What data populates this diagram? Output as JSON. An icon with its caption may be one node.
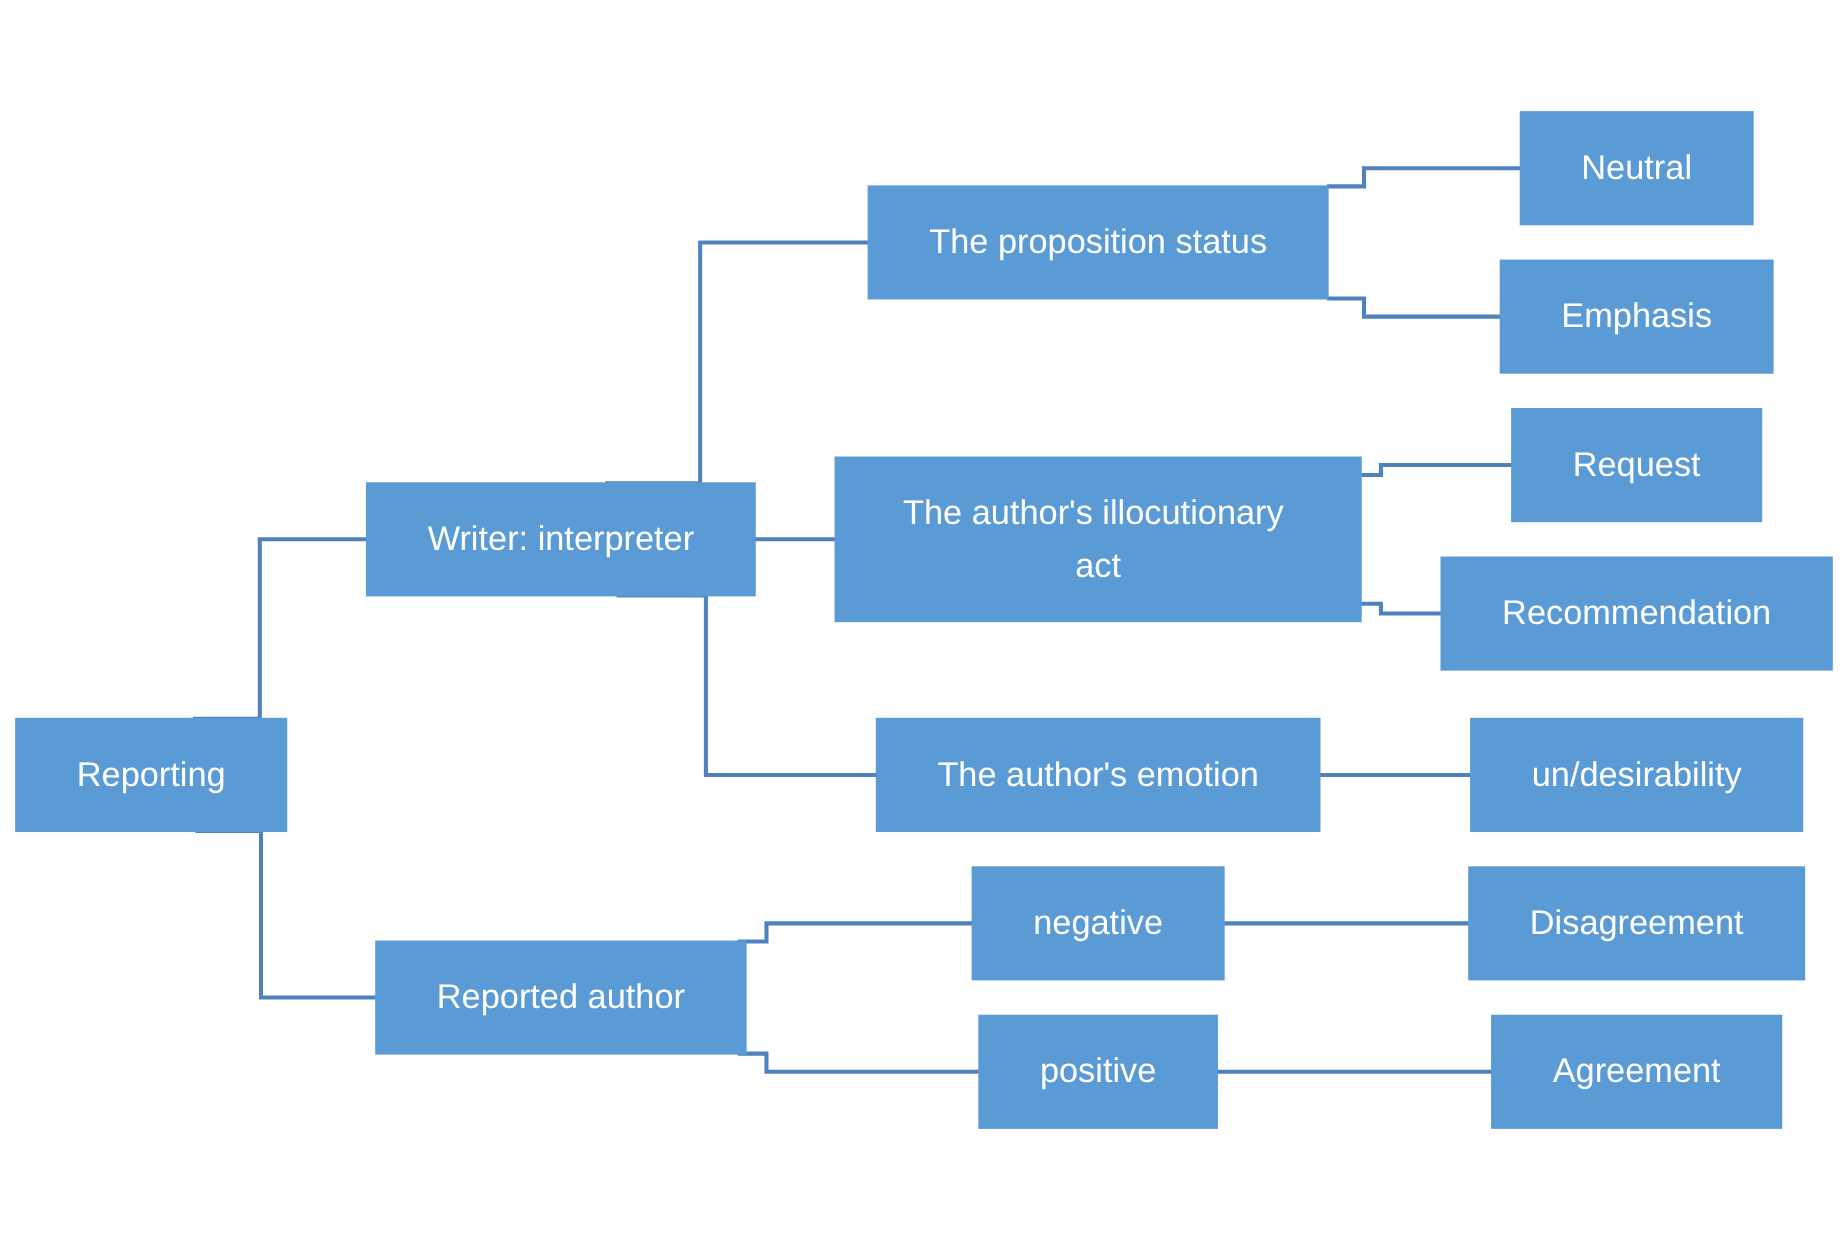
{
  "diagram": {
    "nodes": [
      {
        "text": [
          "Reporting"
        ]
      },
      {
        "text": [
          "Writer: interpreter"
        ]
      },
      {
        "text": [
          "Reported author"
        ]
      },
      {
        "text": [
          "The proposition status"
        ]
      },
      {
        "text": [
          "The author's illocutionary act"
        ]
      },
      {
        "text": [
          "The author's emotion"
        ]
      },
      {
        "text": [
          "negative"
        ]
      },
      {
        "text": [
          "positive"
        ]
      },
      {
        "text": [
          "Neutral"
        ]
      },
      {
        "text": [
          "Emphasis"
        ]
      },
      {
        "text": [
          "Request"
        ]
      },
      {
        "text": [
          "Recommendation"
        ]
      },
      {
        "text": [
          "un/desirability"
        ]
      },
      {
        "text": [
          "Disagreement"
        ]
      },
      {
        "text": [
          "Agreement"
        ]
      }
    ],
    "edges": [
      {
        "from": 0,
        "to": 1,
        "arrow": "none"
      },
      {
        "from": 0,
        "to": 2,
        "arrow": "none"
      },
      {
        "from": 1,
        "to": 3,
        "arrow": "none"
      },
      {
        "from": 1,
        "to": 4,
        "arrow": "none"
      },
      {
        "from": 1,
        "to": 5,
        "arrow": "none"
      },
      {
        "from": 2,
        "to": 6,
        "arrow": "none"
      },
      {
        "from": 2,
        "to": 7,
        "arrow": "none"
      },
      {
        "from": 3,
        "to": 8,
        "arrow": "none"
      },
      {
        "from": 3,
        "to": 9,
        "arrow": "none"
      },
      {
        "from": 4,
        "to": 10,
        "arrow": "none"
      },
      {
        "from": 4,
        "to": 11,
        "arrow": "none"
      },
      {
        "from": 5,
        "to": 12,
        "arrow": "none"
      },
      {
        "from": 6,
        "to": 13,
        "arrow": "none"
      },
      {
        "from": 7,
        "to": 14,
        "arrow": "none"
      }
    ]
  }
}
